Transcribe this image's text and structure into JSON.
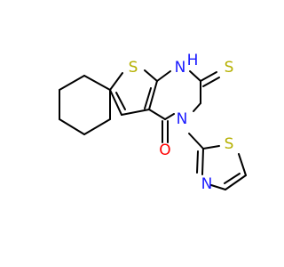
{
  "molecule": {
    "atoms": [
      {
        "id": "S1",
        "symbol": "S",
        "color": "#b5b000"
      },
      {
        "id": "N1",
        "symbol": "N",
        "color": "#1a1aff"
      },
      {
        "id": "H1",
        "symbol": "H",
        "color": "#1a1aff"
      },
      {
        "id": "S2",
        "symbol": "S",
        "color": "#b5b000"
      },
      {
        "id": "N3",
        "symbol": "N",
        "color": "#1a1aff"
      },
      {
        "id": "O1",
        "symbol": "O",
        "color": "#ff0000"
      },
      {
        "id": "S3",
        "symbol": "S",
        "color": "#b5b000"
      },
      {
        "id": "N4",
        "symbol": "N",
        "color": "#1a1aff"
      }
    ],
    "colors": {
      "carbon_bond": "#000000",
      "sulfur": "#b5b000",
      "nitrogen": "#1a1aff",
      "oxygen": "#ff0000"
    }
  }
}
